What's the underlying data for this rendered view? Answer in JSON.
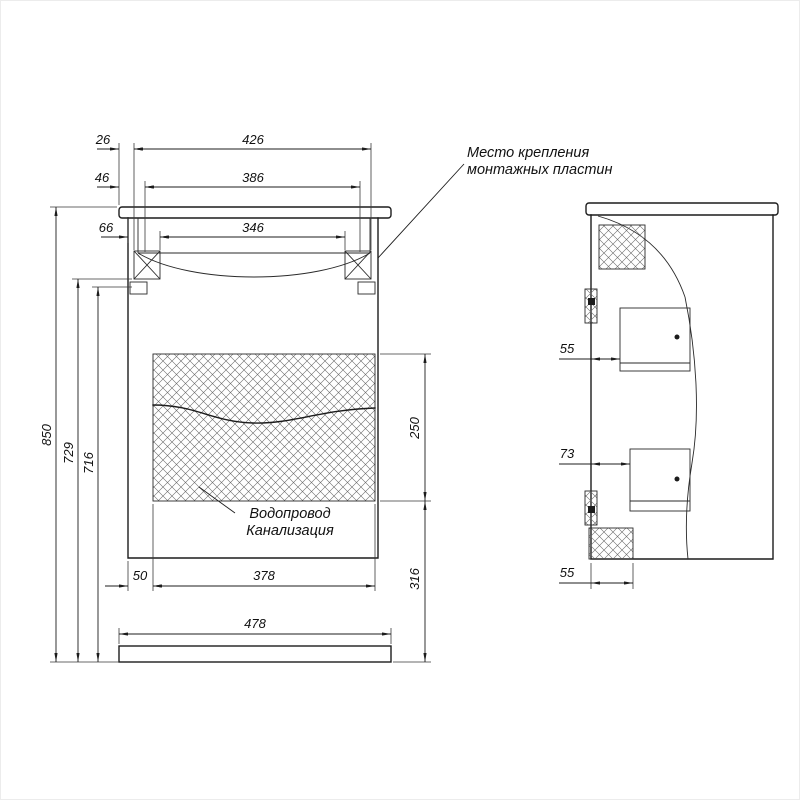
{
  "annotations": {
    "mounting_line1": "Место крепления",
    "mounting_line2": "монтажных пластин",
    "plumbing_line1": "Водопровод",
    "plumbing_line2": "Канализация"
  },
  "dims": {
    "d26": "26",
    "d426": "426",
    "d46": "46",
    "d386": "386",
    "d66": "66",
    "d346": "346",
    "d850": "850",
    "d729": "729",
    "d716": "716",
    "d250": "250",
    "d316": "316",
    "d50": "50",
    "d378": "378",
    "d478": "478",
    "side_top": "55",
    "side_mid": "73",
    "side_bottom": "55"
  },
  "colors": {
    "line": "#1c1c1c",
    "background": "#ffffff"
  }
}
